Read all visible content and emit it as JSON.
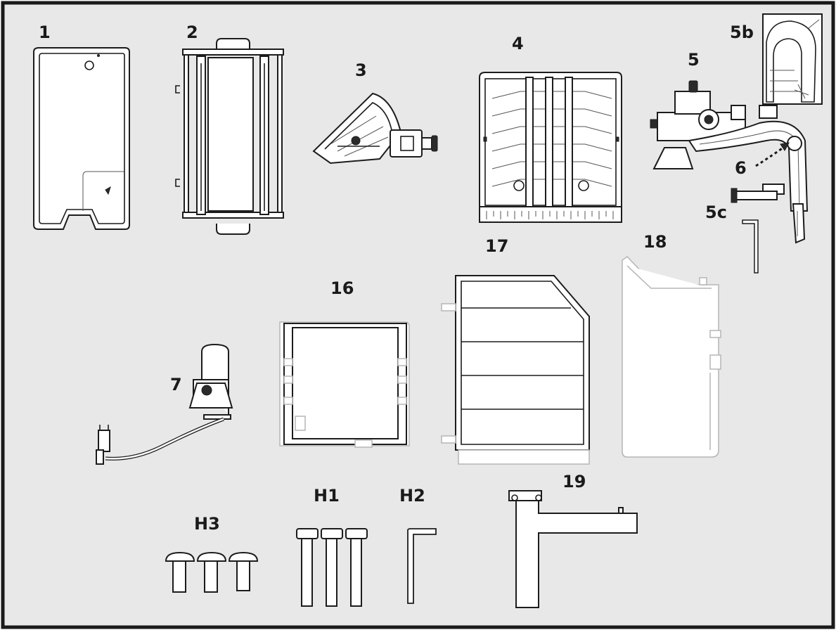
{
  "diagram": {
    "labels": {
      "p1": "1",
      "p2": "2",
      "p3": "3",
      "p4": "4",
      "p5": "5",
      "p5b": "5b",
      "p5c": "5c",
      "p6": "6",
      "p7": "7",
      "p16": "16",
      "p17": "17",
      "p18": "18",
      "p19": "19",
      "h1": "H1",
      "h2": "H2",
      "h3": "H3"
    }
  },
  "colors": {
    "background": "#e8e8e8",
    "border": "#1a1a1a",
    "line": "#1c1c1c"
  }
}
